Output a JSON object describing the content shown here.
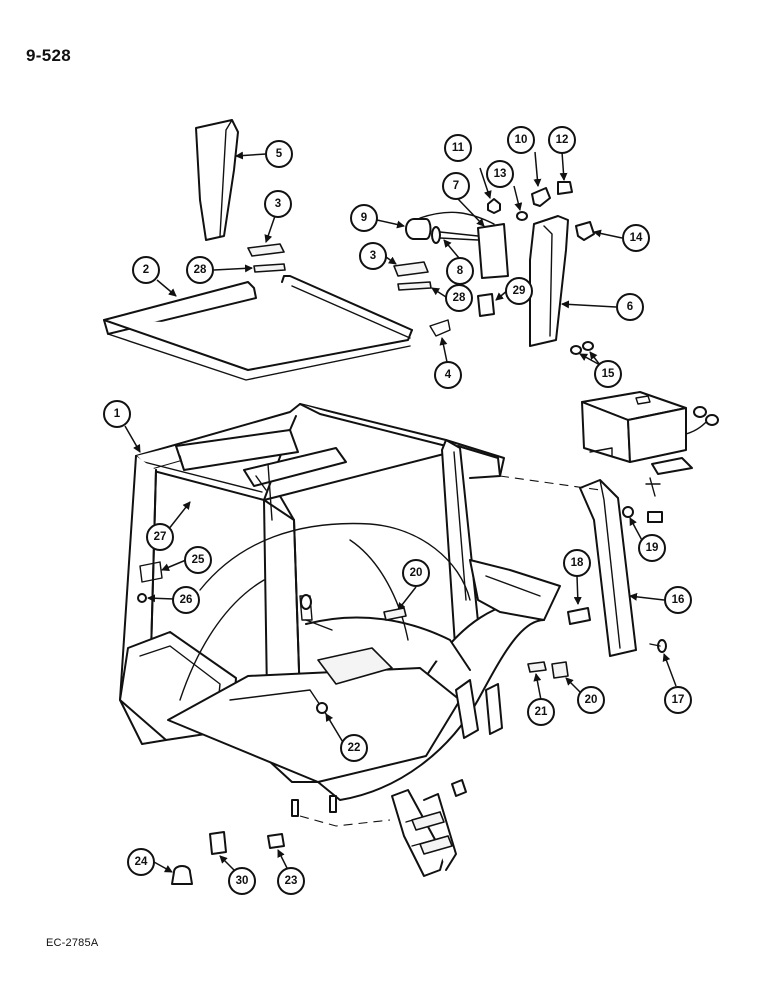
{
  "header": {
    "page_id": "9-528"
  },
  "footer": {
    "code": "EC-2785A"
  },
  "callouts": [
    "1",
    "2",
    "3",
    "3",
    "4",
    "5",
    "6",
    "7",
    "8",
    "9",
    "10",
    "11",
    "12",
    "13",
    "14",
    "15",
    "16",
    "17",
    "18",
    "19",
    "20",
    "20",
    "21",
    "22",
    "23",
    "24",
    "25",
    "26",
    "27",
    "28",
    "28",
    "29",
    "30"
  ]
}
